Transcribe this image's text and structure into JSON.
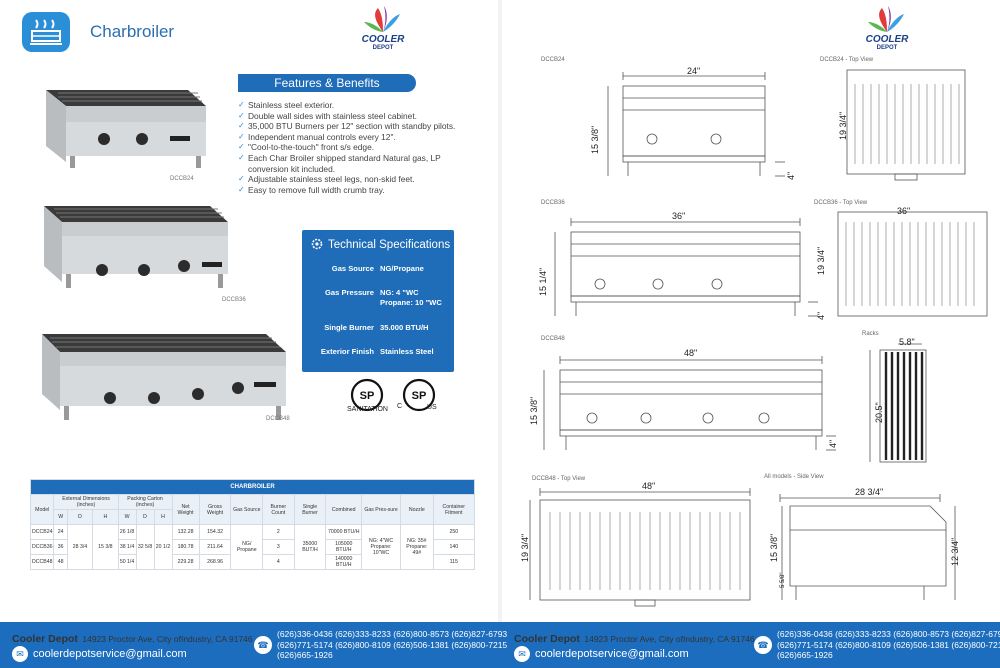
{
  "header": {
    "title": "Charbroiler"
  },
  "logo": {
    "text": "COOLER",
    "sub": "DEPOT"
  },
  "features": {
    "title": "Features & Benefits",
    "items": [
      "Stainless steel exterior.",
      "Double wall sides with stainless steel cabinet.",
      "35,000 BTU Burners per 12\" section with standby pilots.",
      "Independent manual controls every 12\".",
      "\"Cool-to-the-touch\" front s/s edge.",
      "Each Char Broiler shipped standard Natural gas, LP",
      "conversion kit included.",
      "Adjustable stainless steel legs, non-skid feet.",
      "Easy to remove full width crumb tray."
    ]
  },
  "spec": {
    "title": "Technical Specifications",
    "rows": [
      {
        "k": "Gas Source",
        "v": "NG/Propane"
      },
      {
        "k": "Gas Pressure",
        "v": "NG: 4 \"WC",
        "v2": "Propane: 10 \"WC"
      },
      {
        "k": "Single Burner",
        "v": "35.000 BTU/H"
      },
      {
        "k": "Exterior Finish",
        "v": "Stainless Steel"
      }
    ]
  },
  "certs": {
    "a": "SANITATION",
    "b_c": "C",
    "b_us": "US"
  },
  "products": {
    "cap1": "DCCB24",
    "cap2": "DCCB36",
    "cap3": "DCCB48"
  },
  "table": {
    "title": "CHARBROILER",
    "h": {
      "model": "Model",
      "ext": "External Dimensions (inches)",
      "pack": "Packing Carton (inches)",
      "net": "Net Weight",
      "gross": "Gross Weight",
      "gas": "Gas Source",
      "burner_count": "Burner Count",
      "single": "Single Burner",
      "combined": "Combined",
      "press": "Gas Pres-sure",
      "nozzle": "Nozzle",
      "container": "Container Fitment",
      "w": "W",
      "d": "D",
      "hh": "H"
    },
    "rows": [
      {
        "model": "DCCB24",
        "w": "24",
        "pw": "26 1/8",
        "net": "132.28",
        "gross": "154.32",
        "bc": "2",
        "comb": "70000 BTU/H",
        "cont": "250"
      },
      {
        "model": "DCCB36",
        "w": "36",
        "pw": "38 1/4",
        "net": "180.78",
        "gross": "211.64",
        "bc": "3",
        "comb": "105000 BTU/H",
        "cont": "140"
      },
      {
        "model": "DCCB48",
        "w": "48",
        "pw": "50 1/4",
        "net": "229.28",
        "gross": "268.96",
        "bc": "4",
        "comb": "140000 BTU/H",
        "cont": "115"
      }
    ],
    "shared": {
      "d": "28 3/4",
      "h": "15 3/8",
      "pd": "32 5/8",
      "ph": "20 1/2",
      "gas": "NG/ Propane",
      "single": "35000 BUT/H",
      "press1": "NG: 4\"WC",
      "press2": "Propane: 10\"WC",
      "noz1": "NG: 35#",
      "noz2": "Propane: 49#"
    }
  },
  "drawings": {
    "l1": "DCCB24",
    "l1b": "DCCB24 - Top View",
    "l2": "DCCB36",
    "l2b": "DCCB36 - Top View",
    "l3": "DCCB48",
    "racks": "Racks",
    "l4": "DCCB48 - Top View",
    "side": "All models - Side View",
    "d24": "24\"",
    "d36": "36\"",
    "d36t": "36\"",
    "d48": "48\"",
    "d48t": "48\"",
    "h1538": "15 3/8\"",
    "h1514": "15 1/4\"",
    "h1538b": "15 3/8\"",
    "h1538c": "15 3/8\"",
    "h4": "4\"",
    "h4b": "4\"",
    "h4c": "4\"",
    "d1934": "19 3/4\"",
    "d1934b": "19 3/4\"",
    "d1934c": "19 3/4\"",
    "r58": "5.8\"",
    "r205": "20.5\"",
    "s2834": "28 3/4\"",
    "s1234": "12 3/4\"",
    "s558": "5 5/8\""
  },
  "footer": {
    "brand": "Cooler Depot",
    "addr": "14923 Proctor Ave, City ofIndustry, CA 91746",
    "mail": "coolerdepotservice@gmail.com",
    "p1": "(626)336-0436 (626)333-8233 (626)800-8573 (626)827-6793",
    "p2": "(626)771-5174 (626)800-8109 (626)506-1381 (626)800-7215",
    "p3": "(626)665-1926"
  }
}
